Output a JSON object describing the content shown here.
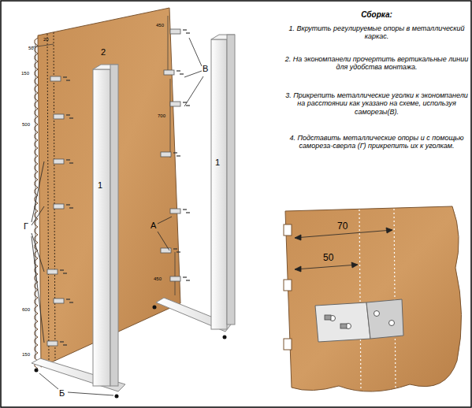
{
  "diagram": {
    "title": "Сборка:",
    "labels": [
      "2",
      "50",
      "20",
      "150",
      "500",
      "600",
      "150",
      "450",
      "700",
      "450",
      "1",
      "1",
      "В",
      "Г",
      "А",
      "Б",
      "1. Вкрутить регулируемые опоры в металлический каркас.",
      "2. На экономпанели прочертить вертикальные линии для удобства монтажа.",
      "3. Прикрепить металлические уголки к экономпанели на расстоянии как указано на схеме, используя саморезы(В).",
      "4. Подставить металлические опоры и с помощью самореза-сверла (Г) прикрепить их к уголкам.",
      "70",
      "50"
    ]
  }
}
